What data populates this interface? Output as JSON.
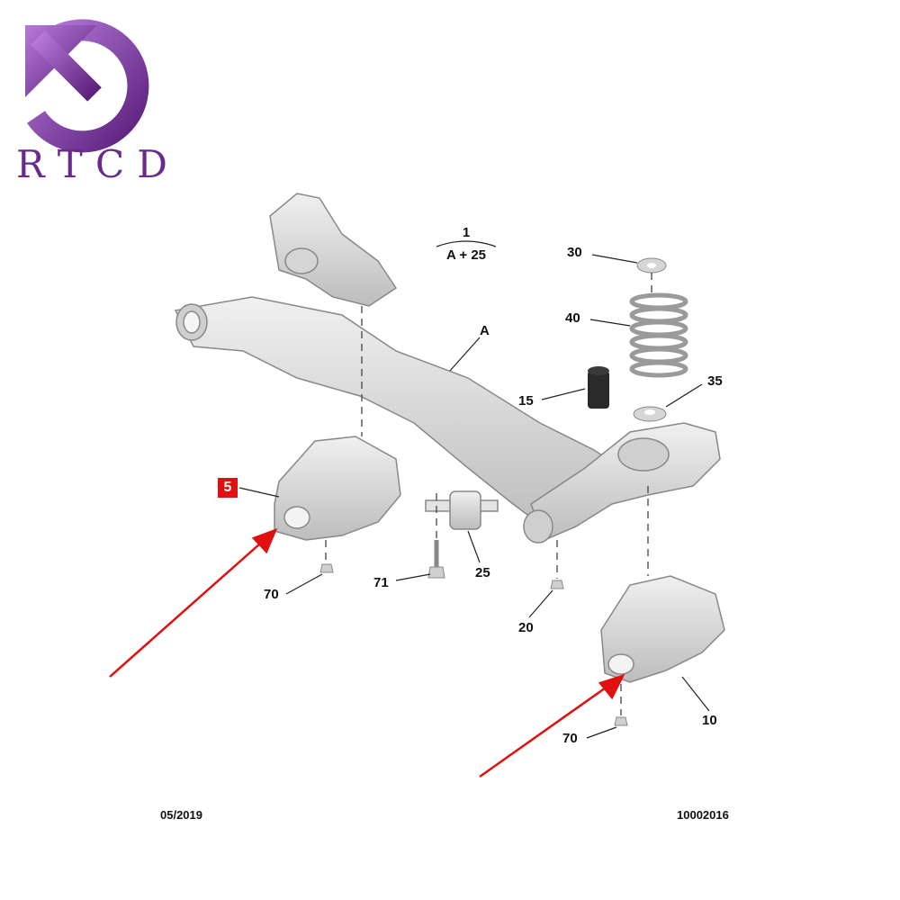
{
  "logo": {
    "letters": [
      "R",
      "T",
      "C",
      "D"
    ],
    "color": "#6a2a8c",
    "accent": "#9a4cc4"
  },
  "assembly": {
    "top": "1",
    "bottom": "A + 25"
  },
  "labels": {
    "A": "A",
    "p5": "5",
    "p10": "10",
    "p15": "15",
    "p20": "20",
    "p25": "25",
    "p30": "30",
    "p35": "35",
    "p40": "40",
    "p70_left": "70",
    "p70_right": "70",
    "p71": "71"
  },
  "footer": {
    "date": "05/2019",
    "code": "10002016"
  },
  "colors": {
    "highlight": "#e01010",
    "part_fill": "#d9d9d9",
    "part_stroke": "#8a8a8a"
  }
}
